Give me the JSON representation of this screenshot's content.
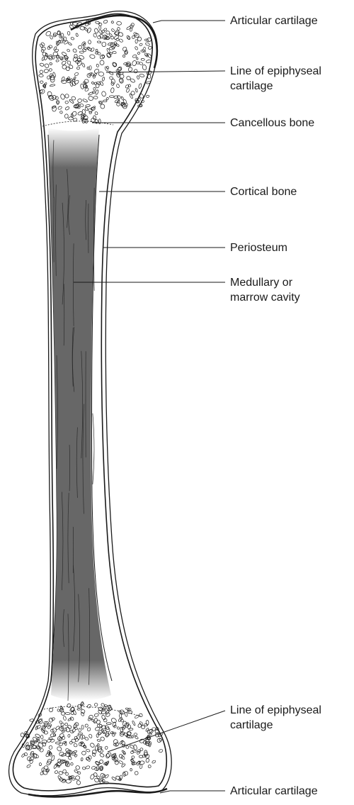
{
  "labels": {
    "articular_top": "Articular cartilage",
    "epiphyseal_top": [
      "Line of epiphyseal",
      "cartilage"
    ],
    "cancellous": "Cancellous bone",
    "cortical": "Cortical bone",
    "periosteum": "Periosteum",
    "medullary": [
      "Medullary or",
      "marrow cavity"
    ],
    "epiphyseal_bottom": [
      "Line of epiphyseal",
      "cartilage"
    ],
    "articular_bottom": "Articular cartilage"
  },
  "colors": {
    "outline": "#1a1a1a",
    "marrow": "#5f5f5f",
    "marrow_streak": "#2e2e2e",
    "background": "#ffffff"
  }
}
